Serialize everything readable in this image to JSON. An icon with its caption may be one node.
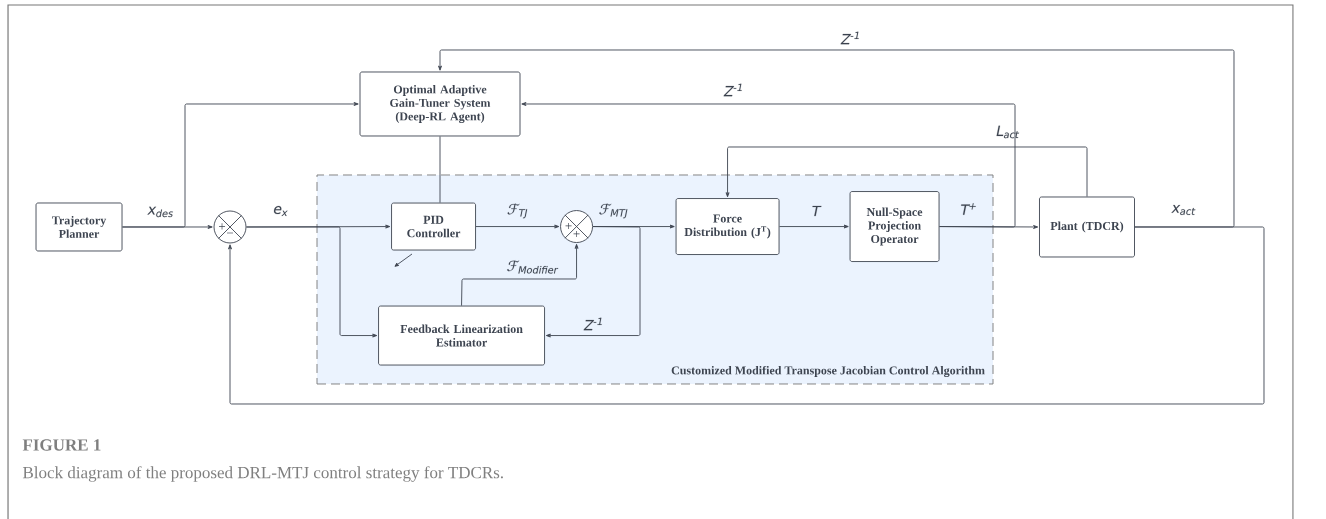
{
  "diagram": {
    "title": "FIGURE 1",
    "caption": "Block diagram of the proposed DRL-MTJ control strategy for TDCRs.",
    "nodes": [
      {
        "text": [
          "Trajectory Planner"
        ]
      },
      {
        "text": [
          "+",
          "−"
        ]
      },
      {
        "text": [
          "Optimal Adaptive Gain-Tuner System (Deep-RL Agent)"
        ]
      },
      {
        "text": [
          "Customized Modified Transpose Jacobian Control Algorithm"
        ]
      },
      {
        "text": [
          "PID Controller"
        ],
        "in": 3
      },
      {
        "text": [
          "+",
          "+"
        ],
        "in": 3
      },
      {
        "text": [
          "Force Distribution (J$^{T}$)"
        ],
        "in": 3
      },
      {
        "text": [
          "Null-Space Projection Operator"
        ],
        "in": 3
      },
      {
        "text": [
          "Plant (TDCR)"
        ]
      },
      {
        "text": [
          "Feedback Linearization Estimator"
        ],
        "in": 3
      }
    ],
    "edges": [
      {
        "from": 0,
        "to": 1,
        "arrow": "to",
        "label": "x$_{des}$"
      },
      {
        "from": 0,
        "to": 2,
        "arrow": "to"
      },
      {
        "from": 1,
        "to": 4,
        "arrow": "to",
        "label": "e$_{x}$"
      },
      {
        "from": 1,
        "to": 9,
        "arrow": "to"
      },
      {
        "from": 2,
        "to": 4,
        "arrow": "none"
      },
      {
        "from": 4,
        "to": 5,
        "arrow": "to",
        "label": "ℱ$_{TJ}$"
      },
      {
        "from": 5,
        "to": 6,
        "arrow": "to",
        "label": "ℱ$_{MTJ}$"
      },
      {
        "from": 5,
        "to": 9,
        "arrow": "to",
        "label": "Z$^{-1}$"
      },
      {
        "from": 9,
        "to": 5,
        "arrow": "to",
        "label": "ℱ$_{Modifier}$"
      },
      {
        "from": 6,
        "to": 7,
        "arrow": "to",
        "label": "T"
      },
      {
        "from": 7,
        "to": 8,
        "arrow": "to",
        "label": "T$^{+}$"
      },
      {
        "from": 7,
        "to": 2,
        "arrow": "to",
        "label": "Z$^{-1}$"
      },
      {
        "from": 8,
        "to": 6,
        "arrow": "to",
        "label": "L$_{act}$"
      },
      {
        "from": 8,
        "to": 2,
        "arrow": "to",
        "label": "Z$^{-1}$"
      },
      {
        "from": 8,
        "to": 1,
        "arrow": "to",
        "label": "x$_{act}$"
      }
    ]
  }
}
